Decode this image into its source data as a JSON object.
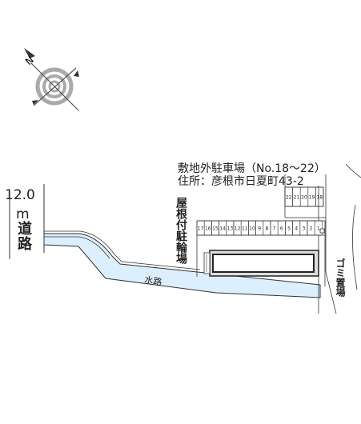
{
  "map": {
    "address_line1": "敷地外駐車場（No.18～22）",
    "address_line2": "住所：彦根市日夏町43-2",
    "road_width": "12.0",
    "road_unit": "m",
    "road_name": "道路",
    "parking_label": "屋根付駐輪場",
    "garbage_label": "ゴミ置場",
    "waterway_label": "水路",
    "compass_letter": "N",
    "offsite_spaces": [
      "22",
      "21",
      "20",
      "19",
      "18"
    ],
    "onsite_spaces": [
      "17",
      "16",
      "15",
      "14",
      "13",
      "12",
      "11",
      "10",
      "9",
      "8",
      "7",
      "6",
      "5",
      "4",
      "3",
      "2",
      "1"
    ]
  }
}
